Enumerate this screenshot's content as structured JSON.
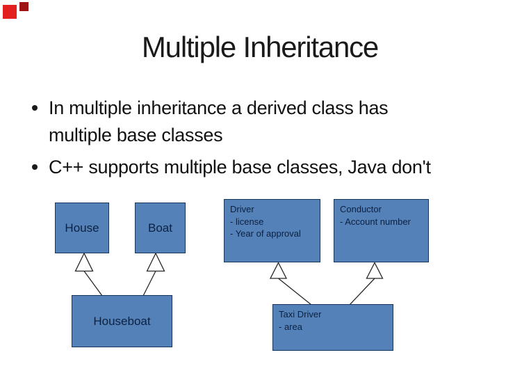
{
  "slide": {
    "title": "Multiple Inheritance",
    "bullets": [
      {
        "lines": [
          "In multiple inheritance a derived class has",
          "multiple base classes"
        ]
      },
      {
        "lines": [
          "C++ supports multiple base classes, Java don't"
        ]
      }
    ]
  },
  "diagram": {
    "left": {
      "boxes": [
        {
          "label": "House"
        },
        {
          "label": "Boat"
        },
        {
          "label": "Houseboat"
        }
      ]
    },
    "right": {
      "boxes": [
        {
          "title": "Driver",
          "attrs": [
            "- license",
            "- Year of approval"
          ]
        },
        {
          "title": "Conductor",
          "attrs": [
            "- Account number"
          ]
        },
        {
          "title": "Taxi Driver",
          "attrs": [
            "- area"
          ]
        }
      ]
    }
  },
  "colors": {
    "box_fill": "#5381b8",
    "box_border": "#17365d",
    "box_text": "#0c2141",
    "title_text": "#1a1a1a",
    "body_text": "#111111",
    "bullet_dot": "#1a1a1a",
    "connector": "#262626",
    "decoration_red": "#e32020",
    "decoration_dark_red": "#9e1414",
    "background": "#ffffff"
  }
}
